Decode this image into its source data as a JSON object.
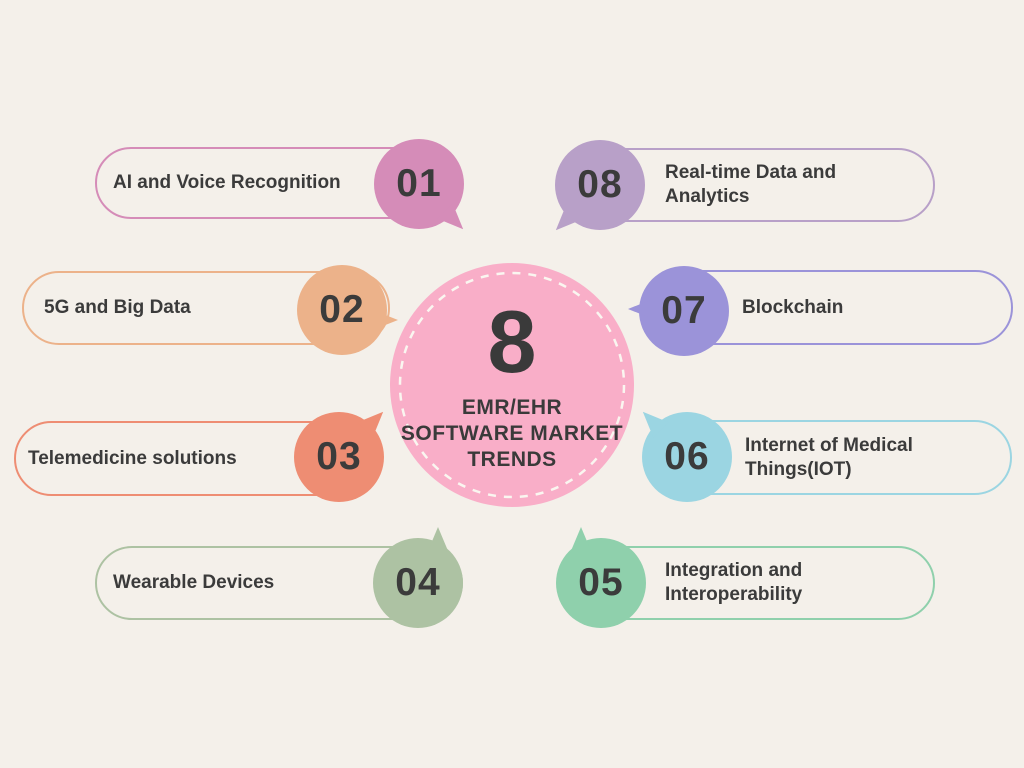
{
  "page": {
    "background_color": "#f4f0ea",
    "text_color": "#3b3b3b"
  },
  "center": {
    "number": "8",
    "title_lines": [
      "EMR/EHR",
      "SOFTWARE MARKET",
      "TRENDS"
    ],
    "fill_color": "#f9aec8",
    "ring_color": "#faf6f0"
  },
  "items": [
    {
      "number": "01",
      "label": "AI and Voice Recognition",
      "color": "#d58cb8"
    },
    {
      "number": "02",
      "label": "5G and Big Data",
      "color": "#ecb28a"
    },
    {
      "number": "03",
      "label": "Telemedicine solutions",
      "color": "#ee8d73"
    },
    {
      "number": "04",
      "label": "Wearable Devices",
      "color": "#adc2a3"
    },
    {
      "number": "05",
      "label": "Integration and Interoperability",
      "color": "#8fd0ac"
    },
    {
      "number": "06",
      "label": "Internet of Medical Things(IOT)",
      "color": "#9bd5e2"
    },
    {
      "number": "07",
      "label": "Blockchain",
      "color": "#9b93d9"
    },
    {
      "number": "08",
      "label": "Real-time Data and Analytics",
      "color": "#b8a0c8"
    }
  ]
}
